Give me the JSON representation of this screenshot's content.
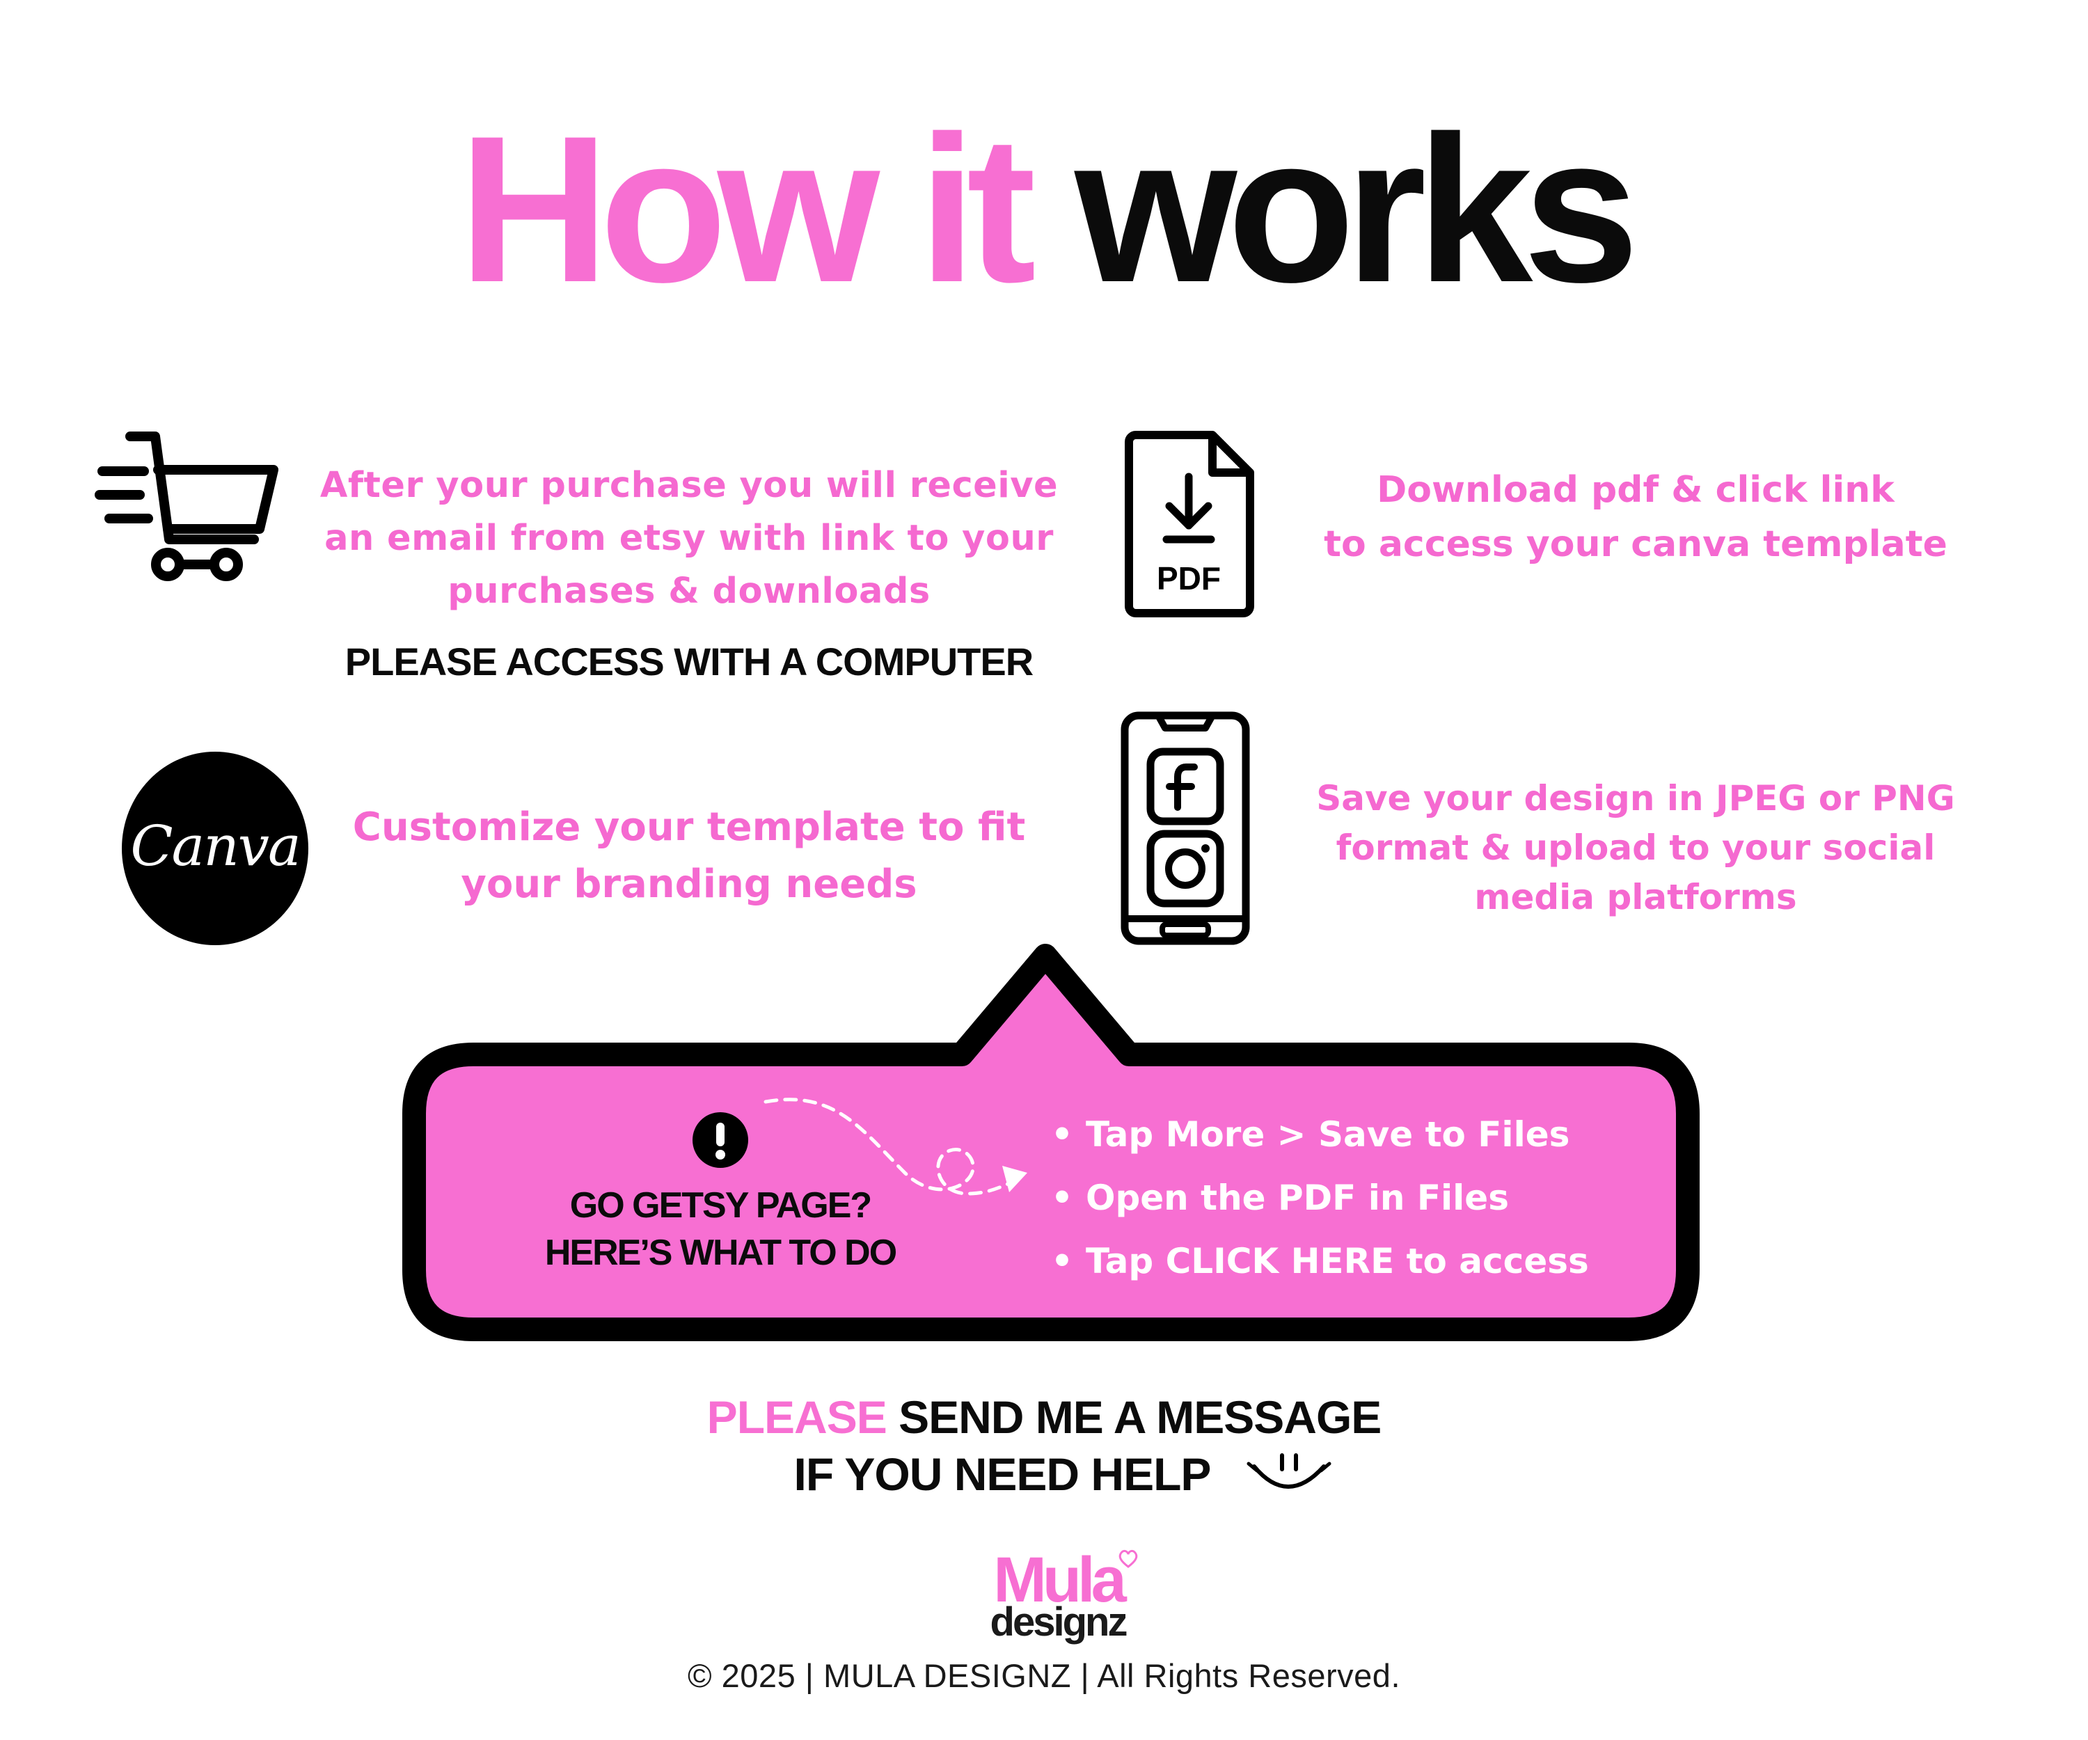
{
  "title": {
    "part1": "How it",
    "part2": "works"
  },
  "colors": {
    "pink": "#f76fd2",
    "black": "#0b0b0b",
    "white": "#ffffff"
  },
  "steps": [
    {
      "icon": "shopping-cart-icon",
      "lines": [
        "After your purchase you will receive",
        "an email from etsy with link to your",
        "purchases & downloads"
      ],
      "note": "PLEASE ACCESS WITH A COMPUTER"
    },
    {
      "icon": "pdf-download-icon",
      "icon_label": "PDF",
      "lines": [
        "Download pdf & click link",
        "to access your  canva template"
      ]
    },
    {
      "icon": "canva-logo-icon",
      "icon_label": "Canva",
      "lines": [
        "Customize  your template to fit",
        "your branding needs"
      ]
    },
    {
      "icon": "phone-social-icon",
      "lines": [
        "Save your design in JPEG or PNG",
        "format & upload to your social",
        "media platforms"
      ]
    }
  ],
  "callout": {
    "icon": "exclamation-icon",
    "heading": [
      "GO GETSY PAGE?",
      "HERE’S WHAT TO DO"
    ],
    "bullet": "•",
    "items": [
      "Tap More > Save to Files",
      "Open the PDF in Files",
      "Tap CLICK HERE to access"
    ]
  },
  "help": {
    "highlight": "PLEASE",
    "line1_rest": "SEND ME A MESSAGE",
    "line2": "IF YOU NEED HELP",
    "icon": "smile-icon"
  },
  "logo": {
    "top": "Mula",
    "bottom": "designz"
  },
  "copyright": "© 2025 | MULA DESIGNZ | All Rights Reserved."
}
